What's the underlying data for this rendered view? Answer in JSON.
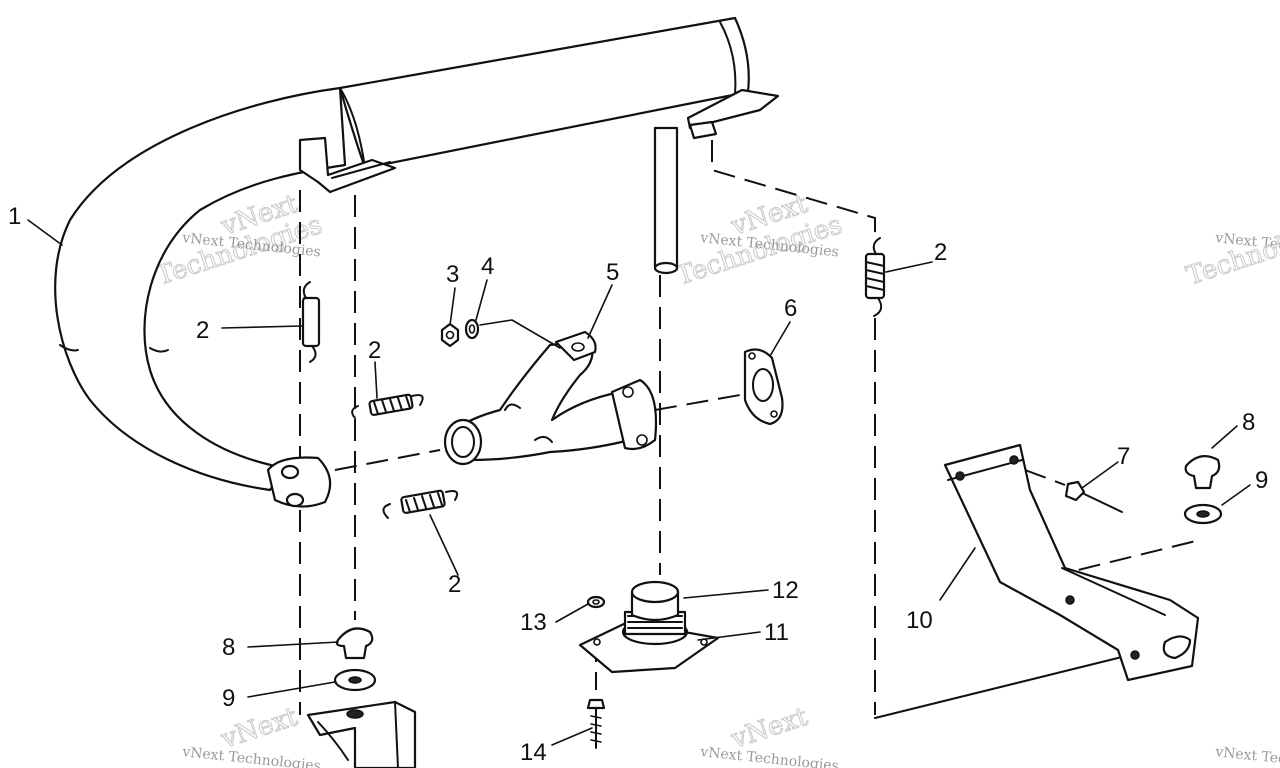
{
  "callouts": {
    "c1": "1",
    "c2a": "2",
    "c2b": "2",
    "c2c": "2",
    "c2d": "2",
    "c3": "3",
    "c4": "4",
    "c5": "5",
    "c6": "6",
    "c7": "7",
    "c8a": "8",
    "c8b": "8",
    "c9a": "9",
    "c9b": "9",
    "c10": "10",
    "c11": "11",
    "c12": "12",
    "c13": "13",
    "c14": "14"
  },
  "watermark": {
    "company": "vNext Technologies",
    "word1": "vNext",
    "word2": "Technologies"
  }
}
